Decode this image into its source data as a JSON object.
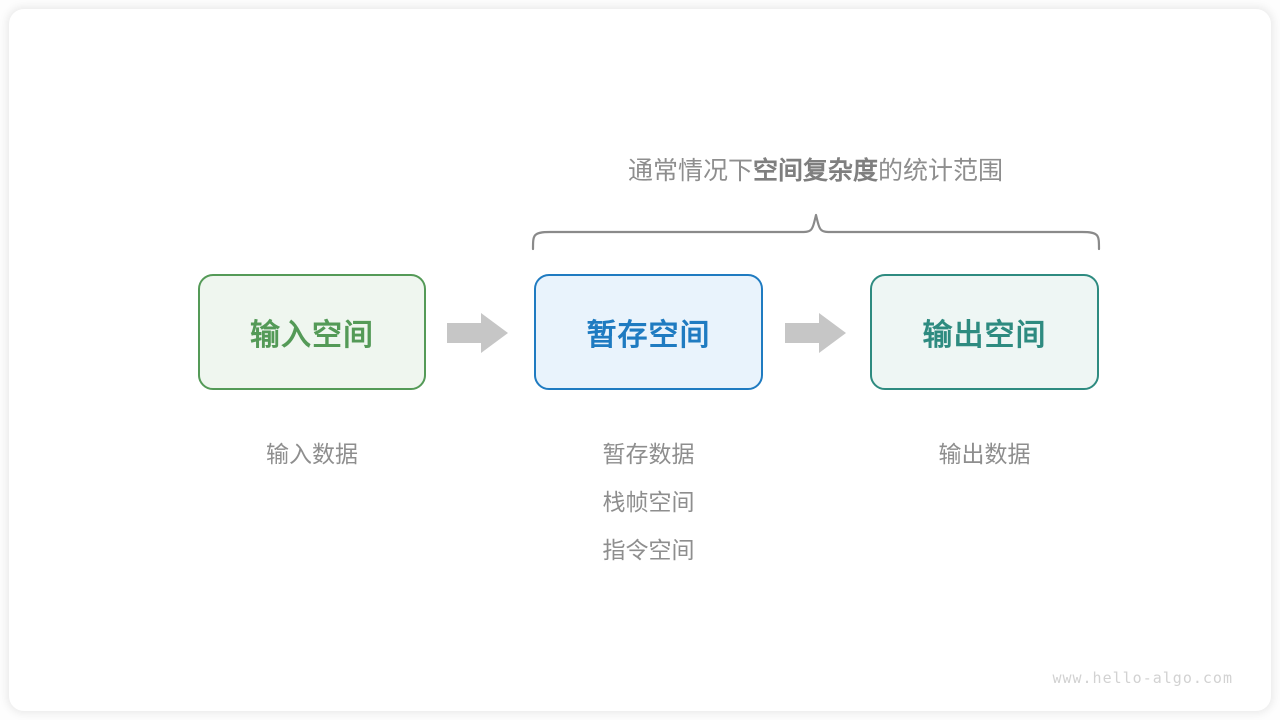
{
  "diagram": {
    "brace_caption": {
      "prefix": "通常情况下",
      "emphasis": "空间复杂度",
      "suffix": "的统计范围"
    },
    "boxes": [
      {
        "id": "input",
        "label": "输入空间",
        "border_color": "#549a57",
        "fill_color": "#eff6ef",
        "text_color": "#549a57"
      },
      {
        "id": "temp",
        "label": "暂存空间",
        "border_color": "#1f7bc1",
        "fill_color": "#e9f3fc",
        "text_color": "#1f7bc1"
      },
      {
        "id": "output",
        "label": "输出空间",
        "border_color": "#2e8b80",
        "fill_color": "#eef6f4",
        "text_color": "#2e8b80"
      }
    ],
    "arrows": [
      {
        "id": "arrow-1",
        "color": "#c6c6c6"
      },
      {
        "id": "arrow-2",
        "color": "#c6c6c6"
      }
    ],
    "captions": {
      "input": [
        "输入数据"
      ],
      "temp": [
        "暂存数据",
        "栈帧空间",
        "指令空间"
      ],
      "output": [
        "输出数据"
      ]
    },
    "brace_color": "#8a8a8a",
    "watermark": "www.hello-algo.com"
  }
}
